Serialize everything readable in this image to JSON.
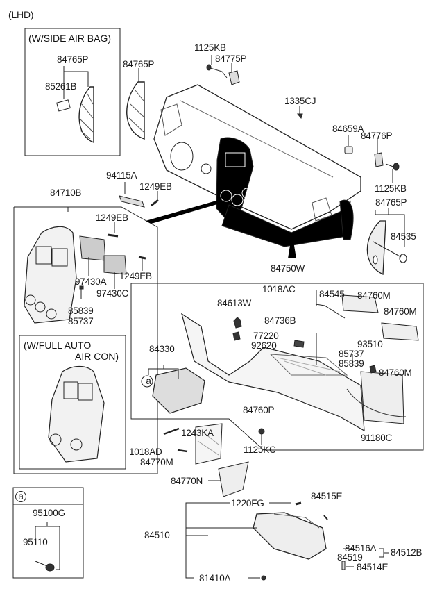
{
  "diagram": {
    "variant": "(LHD)",
    "insets": {
      "side_air_bag": {
        "title": "(W/SIDE AIR BAG)",
        "parts": [
          "84765P",
          "85261B"
        ]
      },
      "full_auto_air_con": {
        "title_line1": "(W/FULL AUTO",
        "title_line2": "AIR CON)"
      },
      "detail_a": {
        "marker": "a",
        "parts": [
          "95100G",
          "95110"
        ]
      }
    },
    "callout_marker": "a",
    "labels": {
      "p84765P_top": "84765P",
      "p1125KB_top": "1125KB",
      "p84775P": "84775P",
      "p1335CJ": "1335CJ",
      "p84659A": "84659A",
      "p84776P": "84776P",
      "p1125KB_right": "1125KB",
      "p84765P_right": "84765P",
      "p84535": "84535",
      "p94115A": "94115A",
      "p1249EB_top": "1249EB",
      "p84710B": "84710B",
      "p1249EB_a": "1249EB",
      "p97430A": "97430A",
      "p1249EB_b": "1249EB",
      "p97430C": "97430C",
      "p85839_l": "85839",
      "p85737_l": "85737",
      "p84750W": "84750W",
      "p1018AC": "1018AC",
      "p84545": "84545",
      "p84760M_a": "84760M",
      "p84760M_b": "84760M",
      "p84613W": "84613W",
      "p84736B": "84736B",
      "p77220": "77220",
      "p92620": "92620",
      "p93510": "93510",
      "p85737_r": "85737",
      "p85839_r": "85839",
      "p84760M_c": "84760M",
      "p84330": "84330",
      "p84760P": "84760P",
      "p91180C": "91180C",
      "p1243KA": "1243KA",
      "p1125KC": "1125KC",
      "p1018AD": "1018AD",
      "p84770M": "84770M",
      "p84770N": "84770N",
      "p1220FG": "1220FG",
      "p84515E": "84515E",
      "p84510": "84510",
      "p84516A": "84516A",
      "p84519": "84519",
      "p84512B": "84512B",
      "p81410A": "81410A",
      "p84514E": "84514E",
      "p95100G": "95100G",
      "p95110": "95110"
    }
  }
}
